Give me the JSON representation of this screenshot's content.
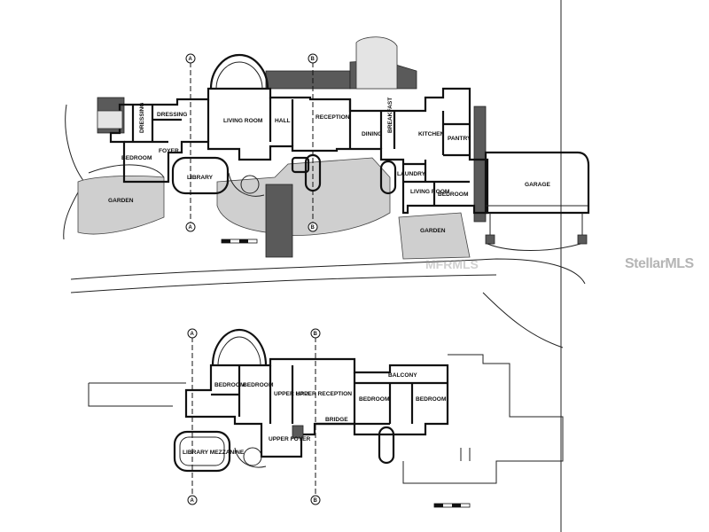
{
  "ground_floor": {
    "rooms": [
      "DRESSING",
      "DRESSING",
      "LIVING ROOM",
      "HALL",
      "RECEPTION",
      "DINING",
      "BREAKFAST",
      "KITCHEN",
      "PANTRY",
      "BEDROOM",
      "FOYER",
      "LIBRARY",
      "LAUNDRY",
      "LIVING ROOM",
      "BEDROOM",
      "GARAGE",
      "GARDEN",
      "GARDEN"
    ]
  },
  "upper_floor": {
    "rooms": [
      "BEDROOM",
      "BEDROOM",
      "UPPER HALL",
      "UPPER RECEPTION",
      "BALCONY",
      "BEDROOM",
      "BEDROOM",
      "BRIDGE",
      "LIBRARY MEZZANINE",
      "UPPER FOYER"
    ]
  },
  "axis_markers": [
    "A",
    "B"
  ],
  "watermarks": {
    "brand_main": "StellarMLS",
    "brand_faint": "MFRMLS"
  }
}
